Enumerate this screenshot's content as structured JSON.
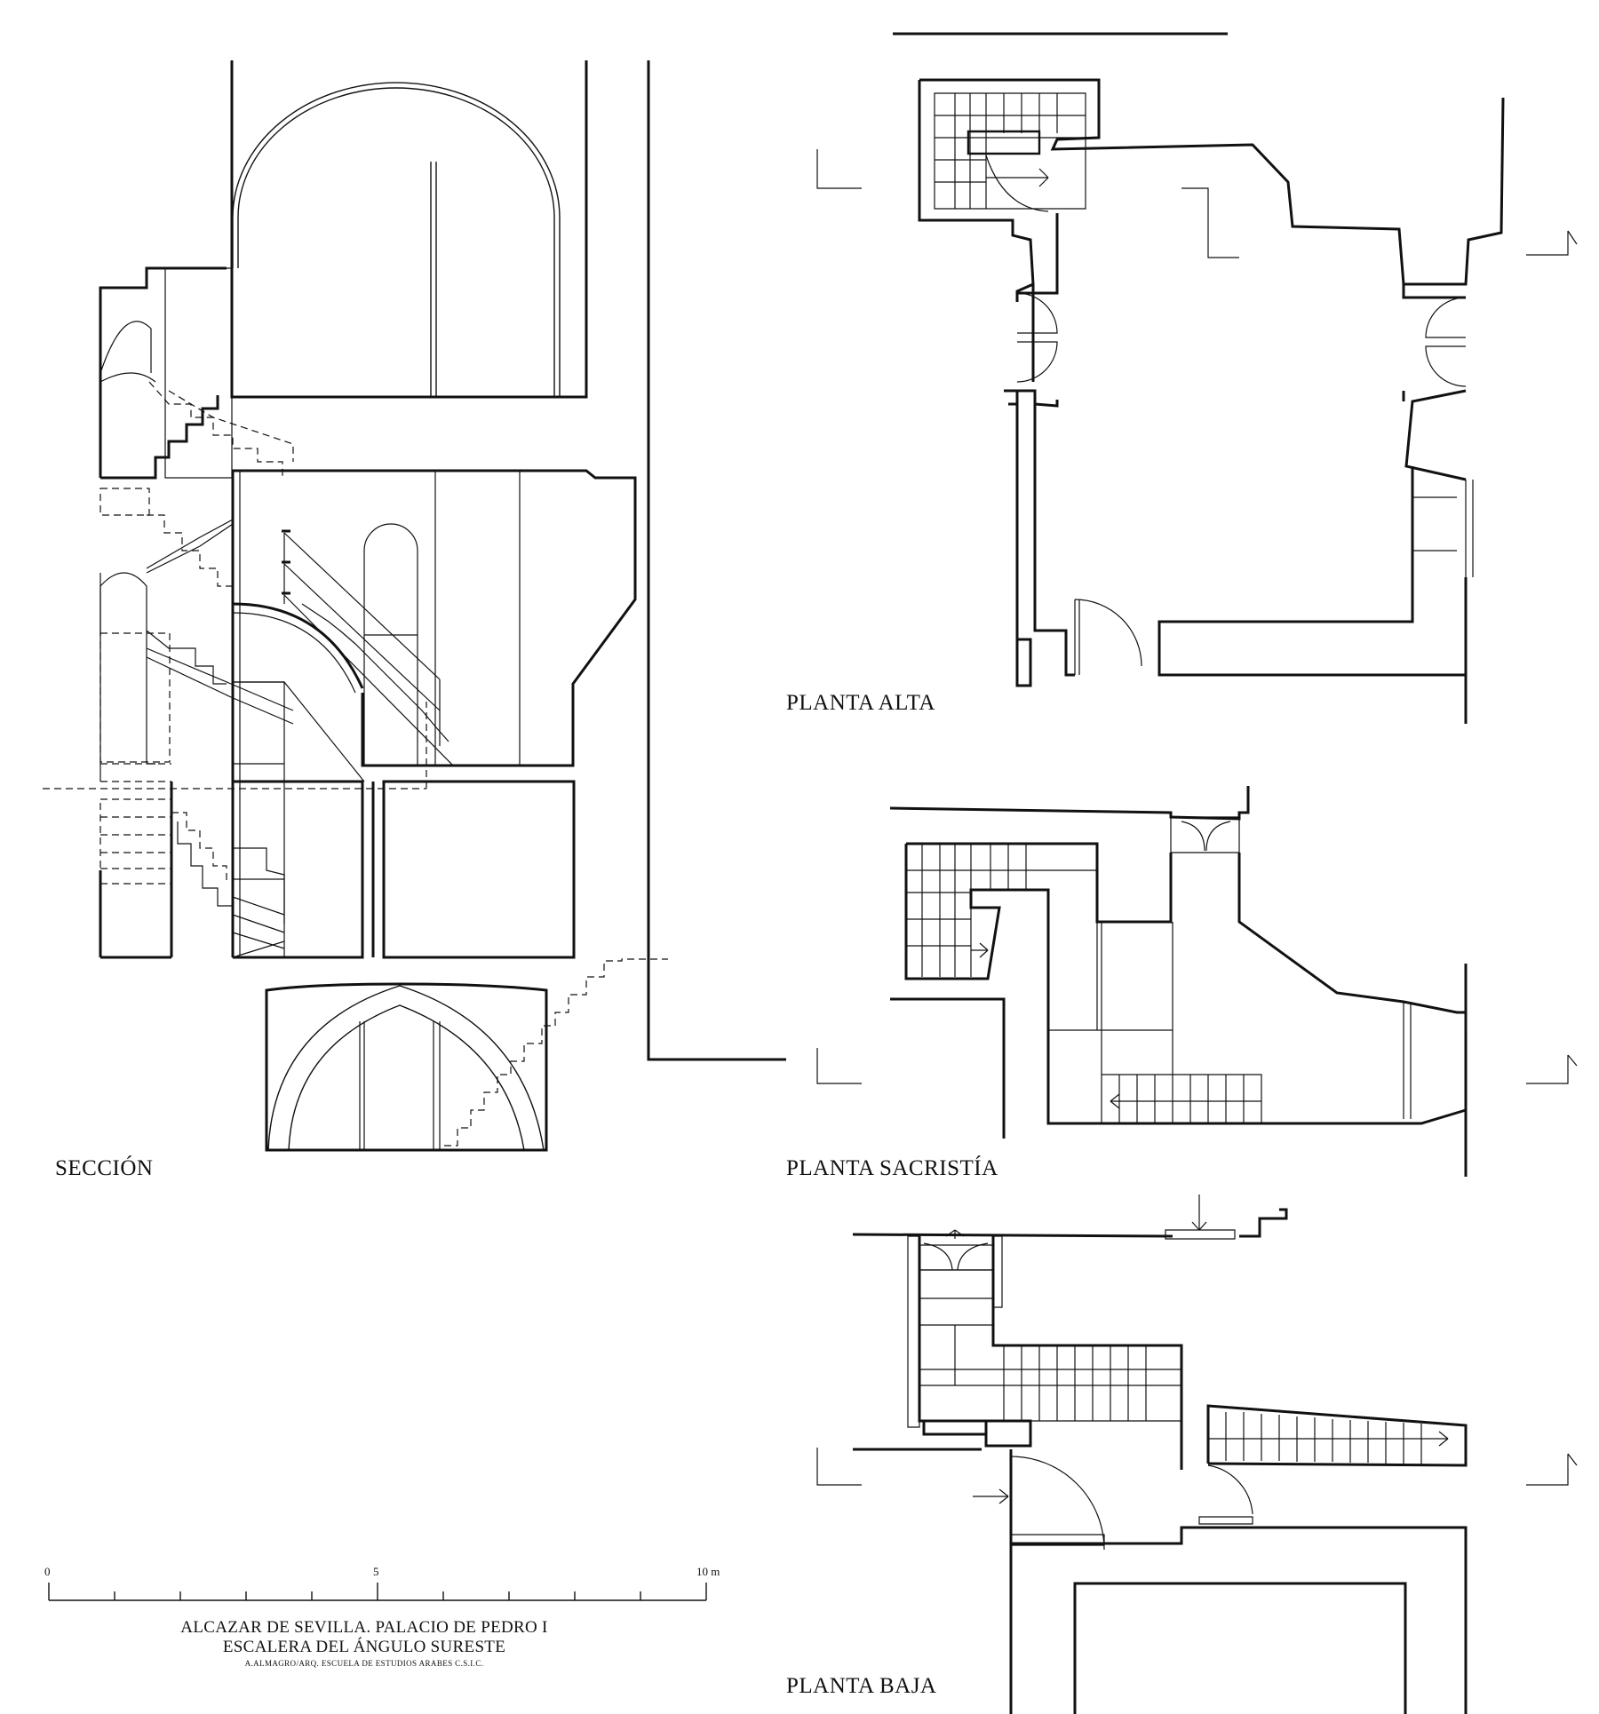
{
  "views": {
    "section": {
      "label": "SECCIÓN"
    },
    "upper_plan": {
      "label": "PLANTA ALTA"
    },
    "sacristy_plan": {
      "label": "PLANTA SACRISTÍA"
    },
    "ground_plan": {
      "label": "PLANTA BAJA"
    }
  },
  "scale_bar": {
    "tick_start": "0",
    "tick_mid": "5",
    "tick_end": "10 m"
  },
  "title_block": {
    "line1": "ALCAZAR DE SEVILLA. PALACIO DE PEDRO I",
    "line2": "ESCALERA DEL ÁNGULO SURESTE",
    "credit": "A.ALMAGRO/ARQ. ESCUELA DE ESTUDIOS ARABES C.S.I.C."
  }
}
